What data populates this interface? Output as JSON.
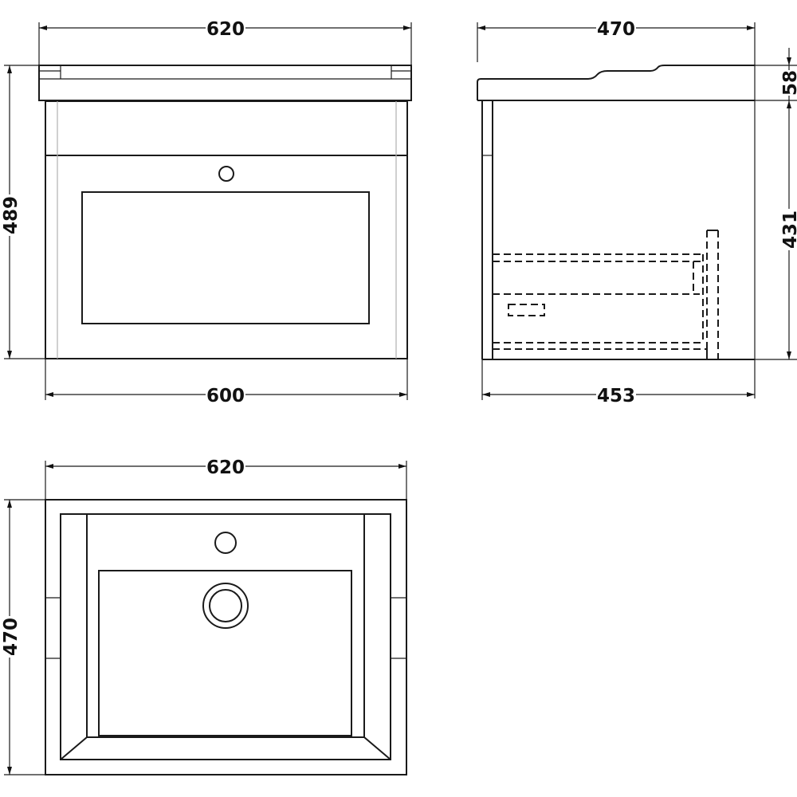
{
  "front_view": {
    "top_width": "620",
    "total_height": "489",
    "cabinet_width": "600"
  },
  "side_view": {
    "top_depth": "470",
    "basin_height": "58",
    "cabinet_height": "431",
    "cabinet_depth": "453"
  },
  "plan_view": {
    "width": "620",
    "depth": "470"
  },
  "colors": {
    "line": "#1a1a1a",
    "hidden_line": "#b0b0b0",
    "background": "#ffffff"
  }
}
